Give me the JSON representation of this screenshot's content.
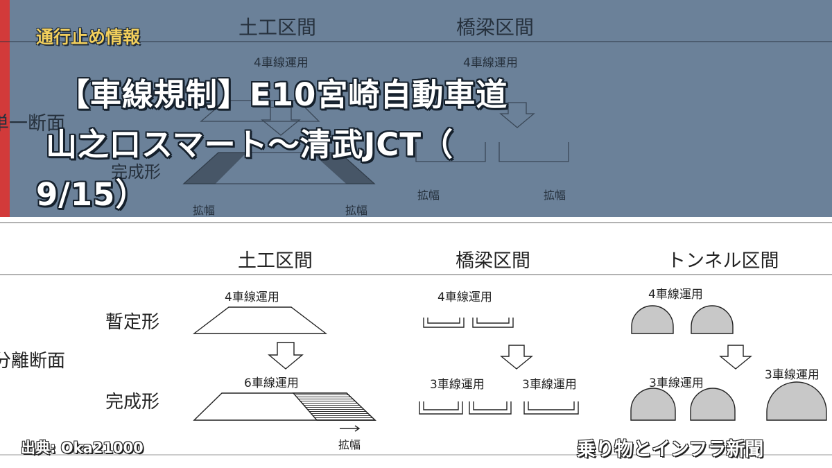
{
  "banner": {
    "category": "通行止め情報",
    "headline": [
      "【車線規制】E10宮崎自動車道",
      "山之口スマート～清武JCT（",
      "9/15）"
    ],
    "background": {
      "section_labels": [
        "土工区間",
        "橋梁区間"
      ],
      "lane_labels": [
        "4車線運用",
        "4車線運用"
      ],
      "row_label_top": "単一断面",
      "row_label_bottom": "完成形",
      "widening_labels": [
        "拡幅",
        "拡幅",
        "拡幅",
        "拡幅"
      ]
    }
  },
  "diagram": {
    "sections": [
      "土工区間",
      "橋梁区間",
      "トンネル区間"
    ],
    "row_group_label": "分離断面",
    "rows": [
      "暫定形",
      "完成形"
    ],
    "earthwork": {
      "provisional_label": "4車線運用",
      "completed_label": "6車線運用",
      "widening_label": "拡幅"
    },
    "bridge": {
      "provisional_label": "4車線運用",
      "completed_labels": [
        "3車線運用",
        "3車線運用"
      ]
    },
    "tunnel": {
      "provisional_label": "4車線運用",
      "completed_labels": [
        "3車線運用",
        "3車線運用"
      ]
    }
  },
  "credits": {
    "source": "出典: Oka21000",
    "publisher": "乗り物とインフラ新聞"
  },
  "colors": {
    "banner_bg": "#6b8199",
    "accent_strip": "#d23a3a",
    "category_text": "#f2cf5c",
    "tunnel_fill": "#c8c8c8"
  }
}
